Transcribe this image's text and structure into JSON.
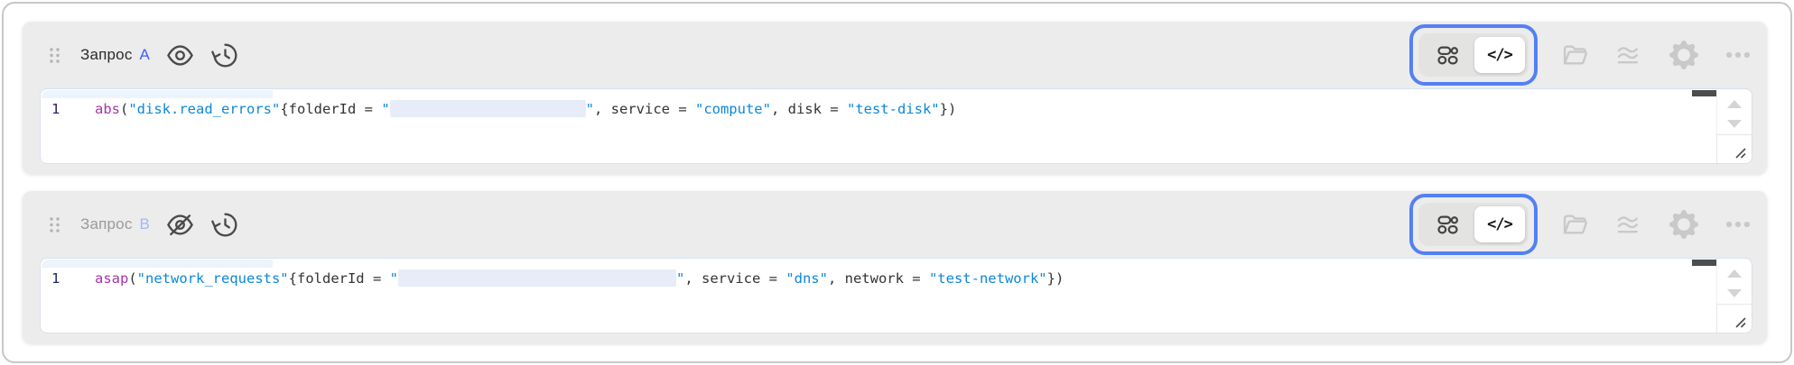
{
  "colors": {
    "accent_ring": "#5480f2",
    "letter_a": "#3c63f2",
    "letter_b": "#a7b6f7",
    "token_function": "#a833ab",
    "token_string": "#0d87d8",
    "redaction_bg": "#e7ecf8",
    "panel_bg": "#ececec"
  },
  "panels": [
    {
      "header": {
        "title": "Запрос",
        "letter": "A",
        "visibility": "visible"
      },
      "toolbar": {
        "view_toggle": {
          "active": "code",
          "code_icon_label": "</>"
        },
        "disabled_icons": [
          "folder-icon",
          "waves-icon",
          "gear-icon",
          "ellipsis-icon"
        ]
      },
      "editor": {
        "line_number": "1",
        "tokens": [
          {
            "type": "function",
            "value": "abs"
          },
          {
            "type": "plain",
            "value": "("
          },
          {
            "type": "string",
            "value": "\"disk.read_errors\""
          },
          {
            "type": "plain",
            "value": "{folderId = "
          },
          {
            "type": "string",
            "value": "\""
          },
          {
            "type": "redacted",
            "value": ""
          },
          {
            "type": "string",
            "value": "\""
          },
          {
            "type": "plain",
            "value": ", service = "
          },
          {
            "type": "string",
            "value": "\"compute\""
          },
          {
            "type": "plain",
            "value": ", disk = "
          },
          {
            "type": "string",
            "value": "\"test-disk\""
          },
          {
            "type": "plain",
            "value": "})"
          }
        ]
      }
    },
    {
      "header": {
        "title": "Запрос",
        "letter": "B",
        "visibility": "hidden"
      },
      "toolbar": {
        "view_toggle": {
          "active": "code",
          "code_icon_label": "</>"
        },
        "disabled_icons": [
          "folder-icon",
          "waves-icon",
          "gear-icon",
          "ellipsis-icon"
        ]
      },
      "editor": {
        "line_number": "1",
        "tokens": [
          {
            "type": "function",
            "value": "asap"
          },
          {
            "type": "plain",
            "value": "("
          },
          {
            "type": "string",
            "value": "\"network_requests\""
          },
          {
            "type": "plain",
            "value": "{folderId = "
          },
          {
            "type": "string",
            "value": "\""
          },
          {
            "type": "redacted",
            "value": ""
          },
          {
            "type": "string",
            "value": "\""
          },
          {
            "type": "plain",
            "value": ", service = "
          },
          {
            "type": "string",
            "value": "\"dns\""
          },
          {
            "type": "plain",
            "value": ", network = "
          },
          {
            "type": "string",
            "value": "\"test-network\""
          },
          {
            "type": "plain",
            "value": "})"
          }
        ]
      }
    }
  ]
}
